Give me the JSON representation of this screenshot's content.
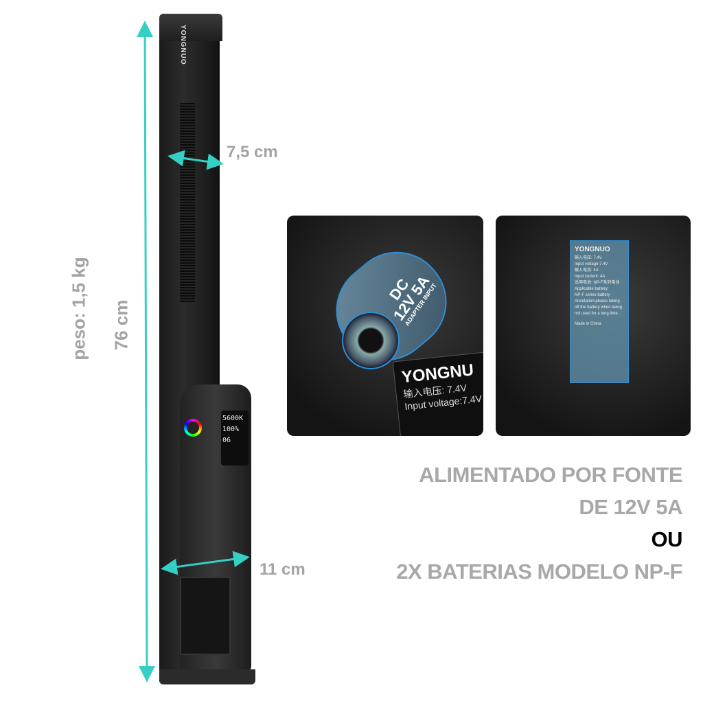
{
  "product": {
    "brand_logo": "YONGNUO",
    "display_readout": [
      "5600K",
      "100%",
      "06"
    ]
  },
  "dimensions": {
    "width_top": "7,5 cm",
    "width_handle": "11 cm",
    "length": "76 cm",
    "weight": "peso: 1,5 kg"
  },
  "detail_left": {
    "plate_line1": "DC",
    "plate_line2": "12V 5A",
    "plate_line3": "ADAPTER INPUT",
    "label_brand": "YONGNU",
    "label_line1": "输入电压: 7.4V",
    "label_line2": "Input voltage:7.4V"
  },
  "detail_right": {
    "label_brand": "YONGNUO",
    "label_lines": [
      "输入电压: 7.4V",
      "Input voltage:7.4V",
      "输入电流: 4A",
      "Input current: 4A",
      "适用电池: NP-F系列电池",
      "Applicable battery:",
      "NP-F series battery",
      "Annotation:please taking",
      "off the battery when being",
      "not used for a long time."
    ],
    "made_in": "Made in China"
  },
  "caption": {
    "line1": "ALIMENTADO POR FONTE",
    "line2": "DE 12V 5A",
    "line3": "OU",
    "line4": "2X BATERIAS MODELO NP-F"
  },
  "colors": {
    "arrow": "#36cfc4",
    "caption_gray": "#a8a8a8",
    "caption_emphasis": "#000000"
  }
}
